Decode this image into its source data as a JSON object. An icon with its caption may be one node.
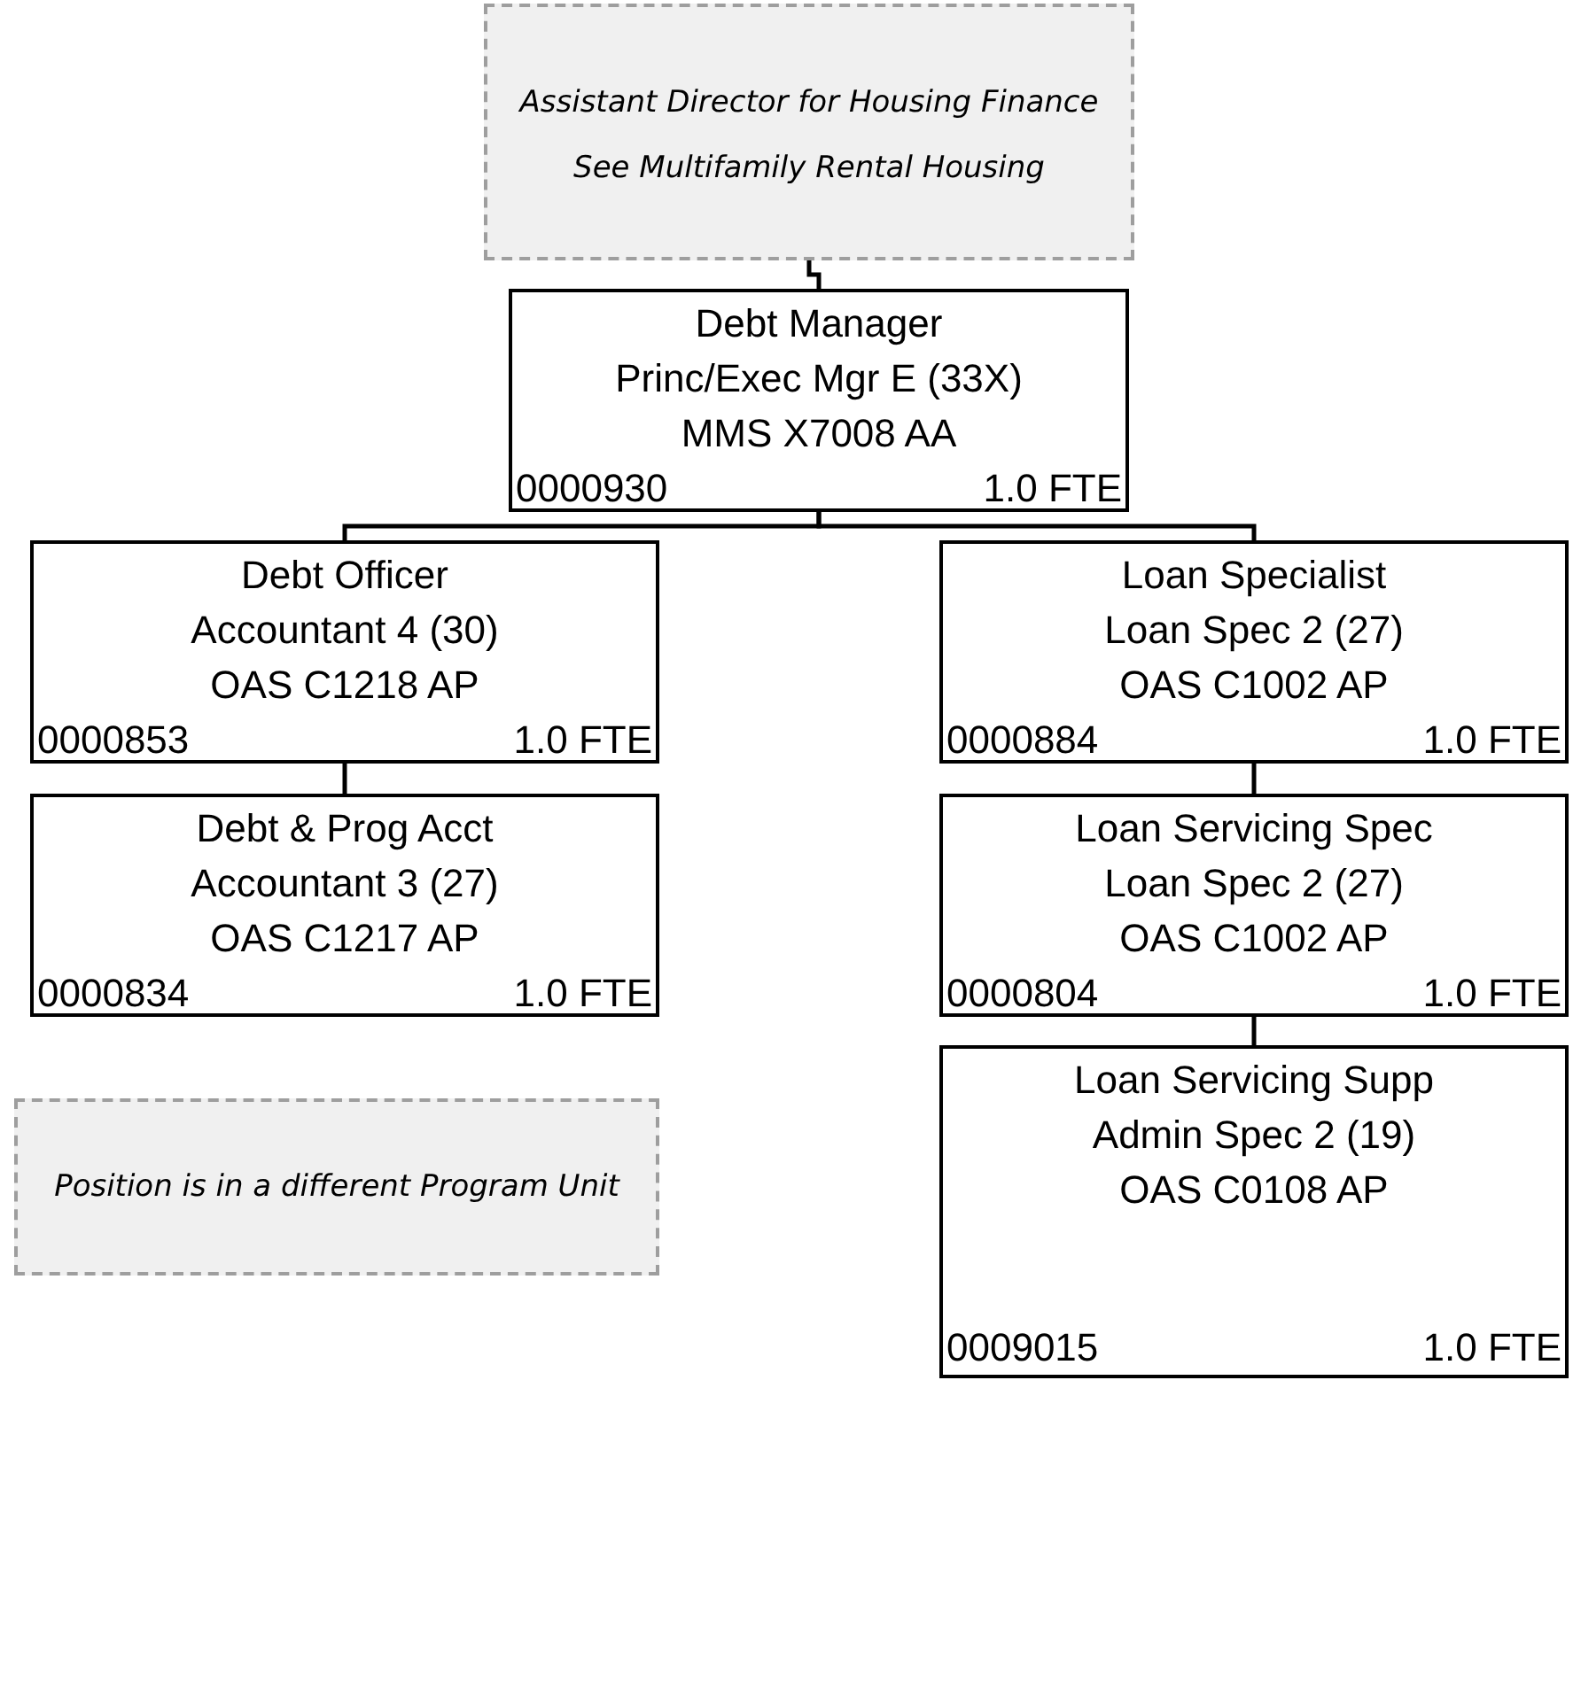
{
  "diagram": {
    "nodes": [
      {
        "text": [
          "Assistant Director for Housing Finance",
          "See Multifamily Rental Housing"
        ]
      },
      {
        "text": [
          "Debt Manager",
          "Princ/Exec Mgr E (33X)",
          "MMS X7008 AA",
          "0000930",
          "1.0 FTE"
        ]
      },
      {
        "text": [
          "Debt Officer",
          "Accountant 4 (30)",
          "OAS C1218 AP",
          "0000853",
          "1.0 FTE"
        ]
      },
      {
        "text": [
          "Debt & Prog Acct",
          "Accountant 3 (27)",
          "OAS C1217 AP",
          "0000834",
          "1.0 FTE"
        ]
      },
      {
        "text": [
          "Loan Specialist",
          "Loan Spec 2 (27)",
          "OAS C1002 AP",
          "0000884",
          "1.0 FTE"
        ]
      },
      {
        "text": [
          "Loan Servicing Spec",
          "Loan Spec 2 (27)",
          "OAS C1002 AP",
          "0000804",
          "1.0 FTE"
        ]
      },
      {
        "text": [
          "Loan Servicing Supp",
          "Admin Spec 2 (19)",
          "OAS C0108 AP",
          "0009015",
          "1.0 FTE"
        ]
      },
      {
        "text": [
          "Position is in a different Program Unit"
        ]
      }
    ],
    "edges": [
      {
        "from": 0,
        "to": 1,
        "arrow": "none"
      },
      {
        "from": 1,
        "to": 2,
        "arrow": "none"
      },
      {
        "from": 1,
        "to": 4,
        "arrow": "none"
      },
      {
        "from": 2,
        "to": 3,
        "arrow": "none"
      },
      {
        "from": 4,
        "to": 5,
        "arrow": "none"
      },
      {
        "from": 5,
        "to": 6,
        "arrow": "none"
      }
    ]
  }
}
